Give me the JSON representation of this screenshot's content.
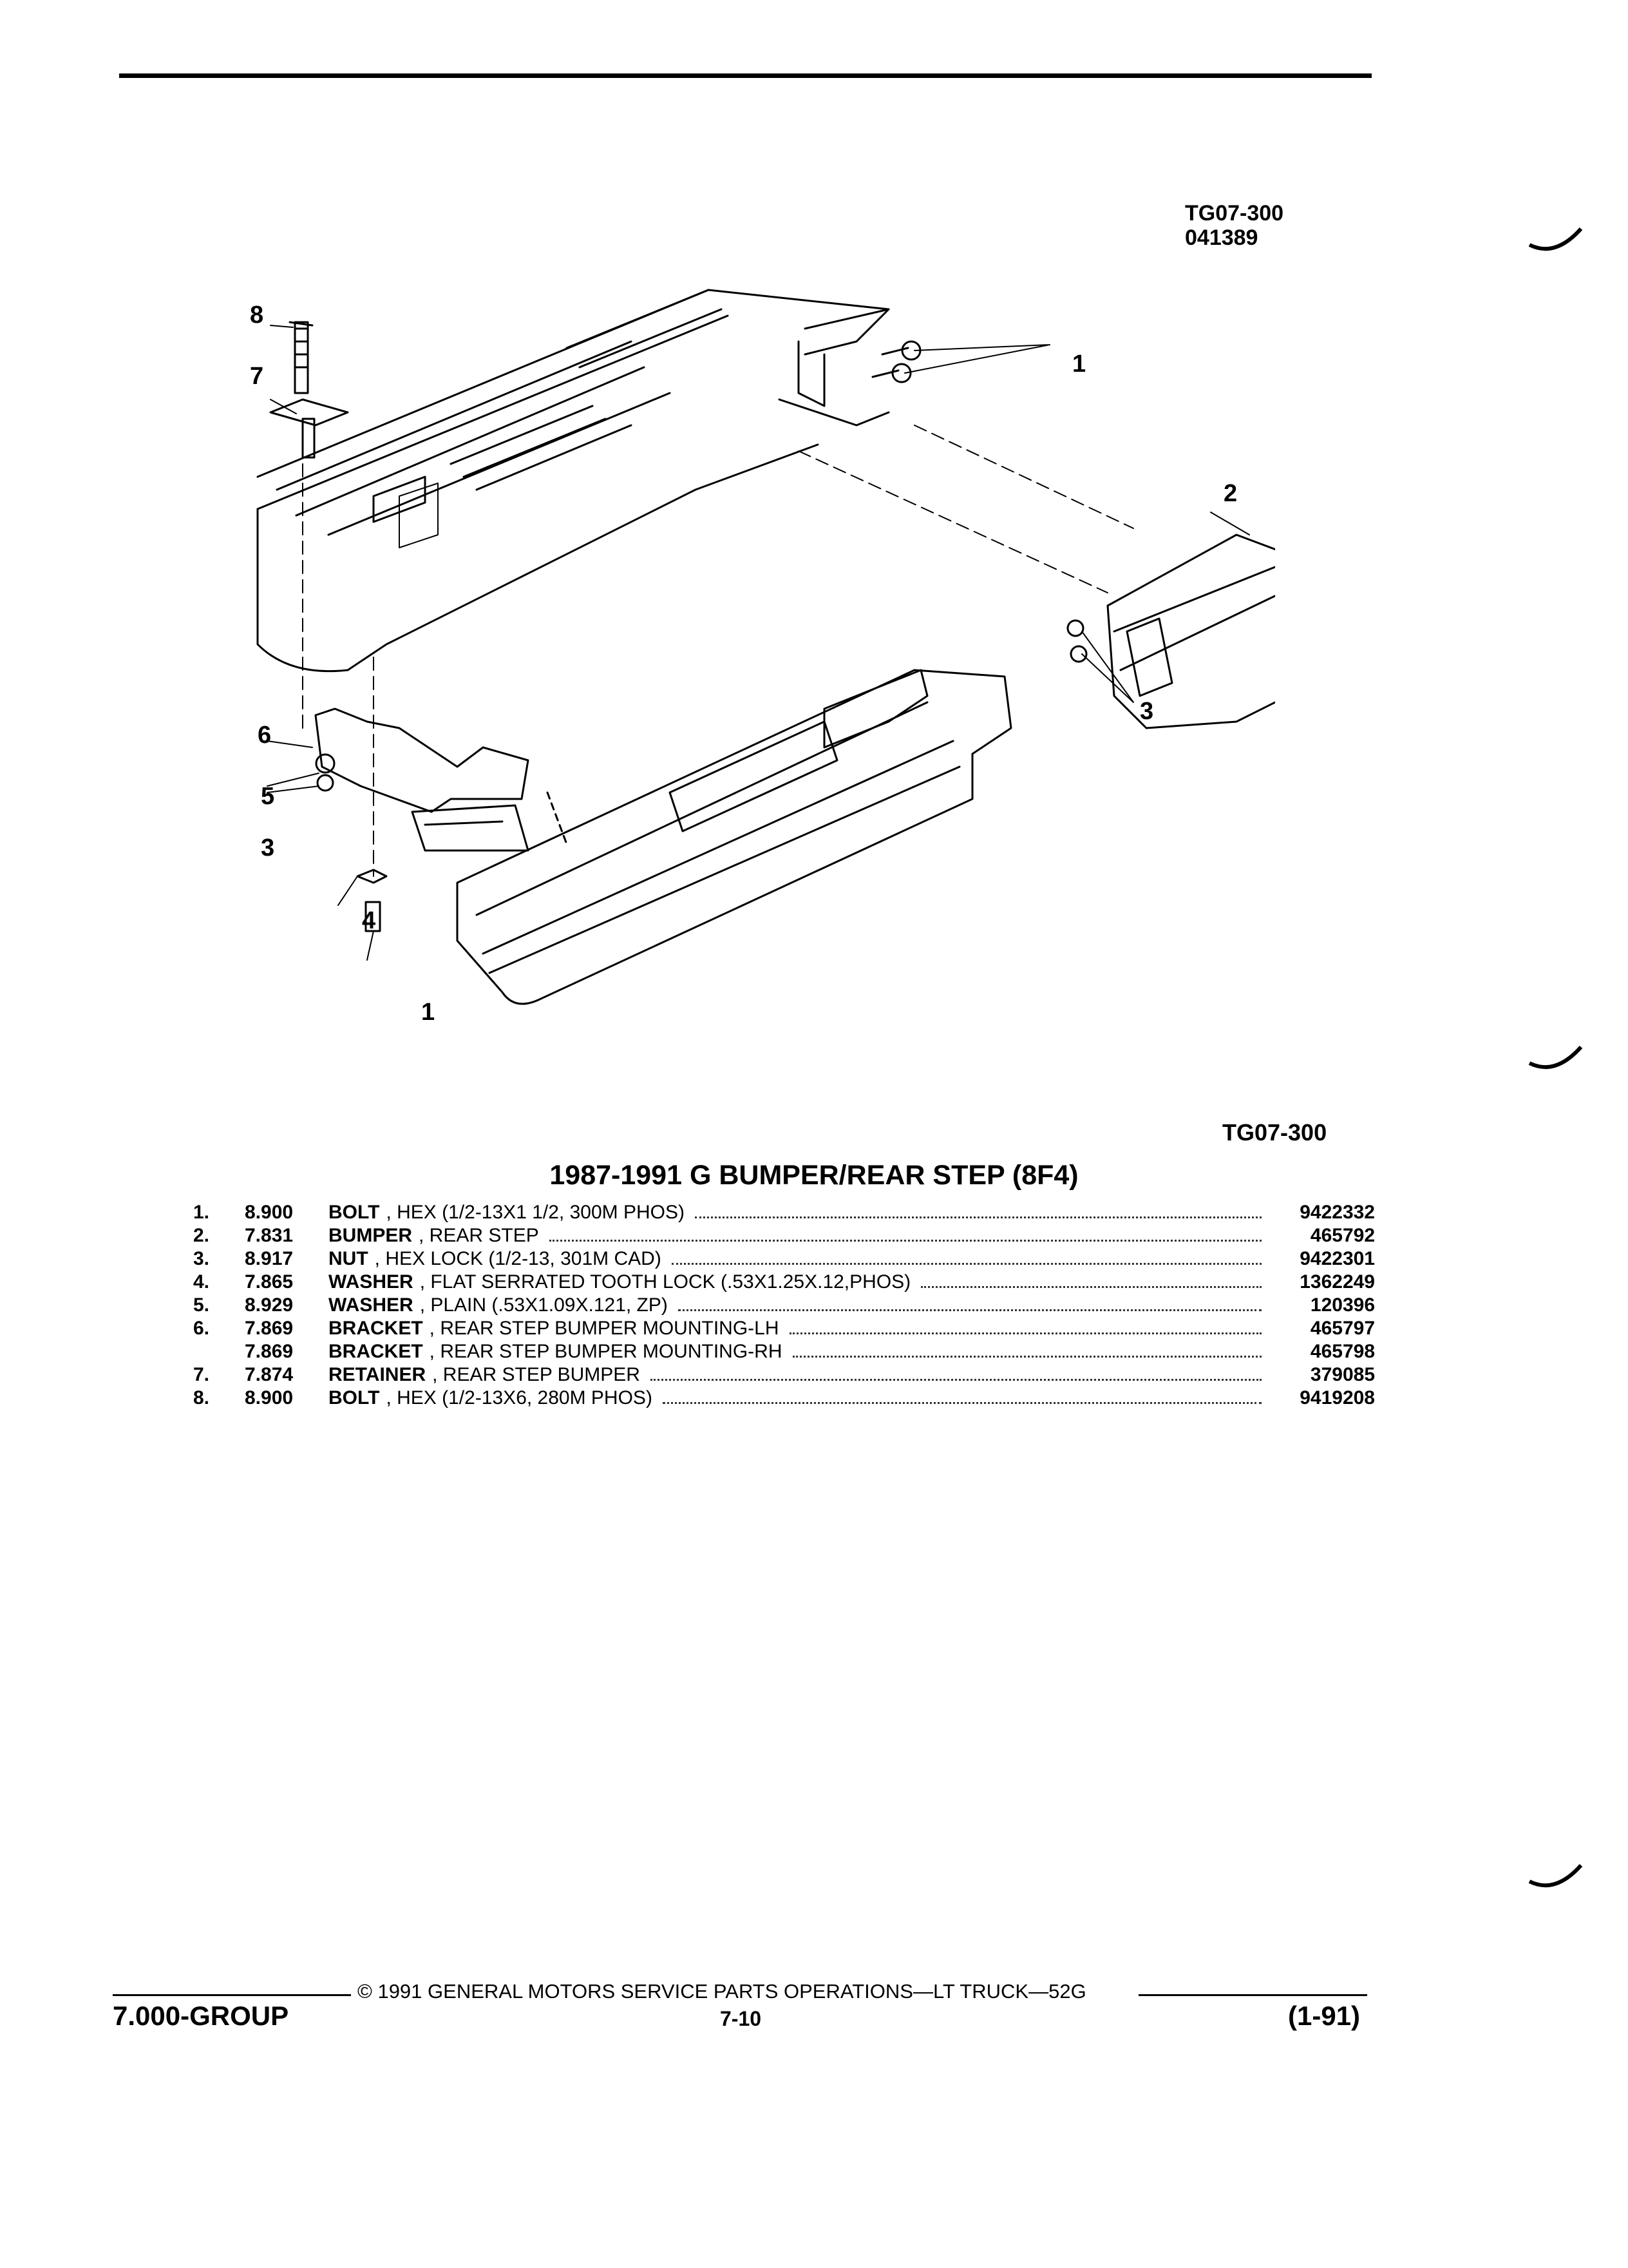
{
  "header": {
    "ref_code": "TG07-300",
    "ref_date": "041389"
  },
  "illustration": {
    "figure_label": "TG07-300",
    "callouts": [
      "1",
      "1",
      "2",
      "3",
      "3",
      "4",
      "5",
      "6",
      "7",
      "8"
    ]
  },
  "title": "1987-1991 G BUMPER/REAR STEP (8F4)",
  "parts": [
    {
      "num": "1.",
      "code": "8.900",
      "name": "BOLT",
      "desc": ", HEX (1/2-13X1 1/2, 300M PHOS)",
      "part": "9422332"
    },
    {
      "num": "2.",
      "code": "7.831",
      "name": "BUMPER",
      "desc": ", REAR STEP",
      "part": "465792"
    },
    {
      "num": "3.",
      "code": "8.917",
      "name": "NUT",
      "desc": ", HEX LOCK (1/2-13, 301M CAD)",
      "part": "9422301"
    },
    {
      "num": "4.",
      "code": "7.865",
      "name": "WASHER",
      "desc": ", FLAT SERRATED TOOTH LOCK (.53X1.25X.12,PHOS)",
      "part": "1362249"
    },
    {
      "num": "5.",
      "code": "8.929",
      "name": "WASHER",
      "desc": ", PLAIN (.53X1.09X.121, ZP)",
      "part": "120396"
    },
    {
      "num": "6.",
      "code": "7.869",
      "name": "BRACKET",
      "desc": ", REAR STEP BUMPER MOUNTING-LH",
      "part": "465797"
    },
    {
      "num": "",
      "code": "7.869",
      "name": "BRACKET",
      "desc": ", REAR STEP BUMPER MOUNTING-RH",
      "part": "465798"
    },
    {
      "num": "7.",
      "code": "7.874",
      "name": "RETAINER",
      "desc": ", REAR STEP BUMPER",
      "part": "379085"
    },
    {
      "num": "8.",
      "code": "8.900",
      "name": "BOLT",
      "desc": ", HEX (1/2-13X6, 280M PHOS)",
      "part": "9419208"
    }
  ],
  "footer": {
    "copyright": "© 1991 GENERAL MOTORS SERVICE PARTS OPERATIONS—LT TRUCK—52G",
    "group": "7.000-GROUP",
    "page": "7-10",
    "revision": "(1-91)"
  }
}
